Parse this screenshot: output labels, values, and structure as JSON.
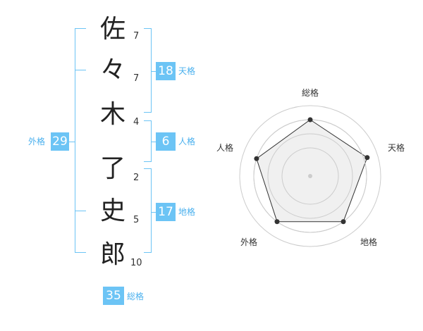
{
  "name": {
    "characters": [
      {
        "char": "佐",
        "strokes": "7"
      },
      {
        "char": "々",
        "strokes": "7"
      },
      {
        "char": "木",
        "strokes": "4"
      },
      {
        "char": "了",
        "strokes": "2"
      },
      {
        "char": "史",
        "strokes": "5"
      },
      {
        "char": "郎",
        "strokes": "10"
      }
    ]
  },
  "fortune": {
    "tenkaku": {
      "value": "18",
      "label": "天格"
    },
    "jinkaku": {
      "value": "6",
      "label": "人格"
    },
    "chikaku": {
      "value": "17",
      "label": "地格"
    },
    "gaikaku": {
      "value": "29",
      "label": "外格"
    },
    "soukaku": {
      "value": "35",
      "label": "総格"
    }
  },
  "chart_data": {
    "type": "radar",
    "axes": [
      "総格",
      "天格",
      "地格",
      "外格",
      "人格"
    ],
    "values": [
      0.8,
      0.85,
      0.8,
      0.8,
      0.8
    ],
    "range": [
      0,
      1
    ],
    "rings": 4,
    "colors": {
      "fill": "#f0f0f0",
      "stroke": "#333333",
      "ring": "#cccccc",
      "center": "#cccccc"
    }
  },
  "colors": {
    "accent": "#6cc4f5"
  }
}
